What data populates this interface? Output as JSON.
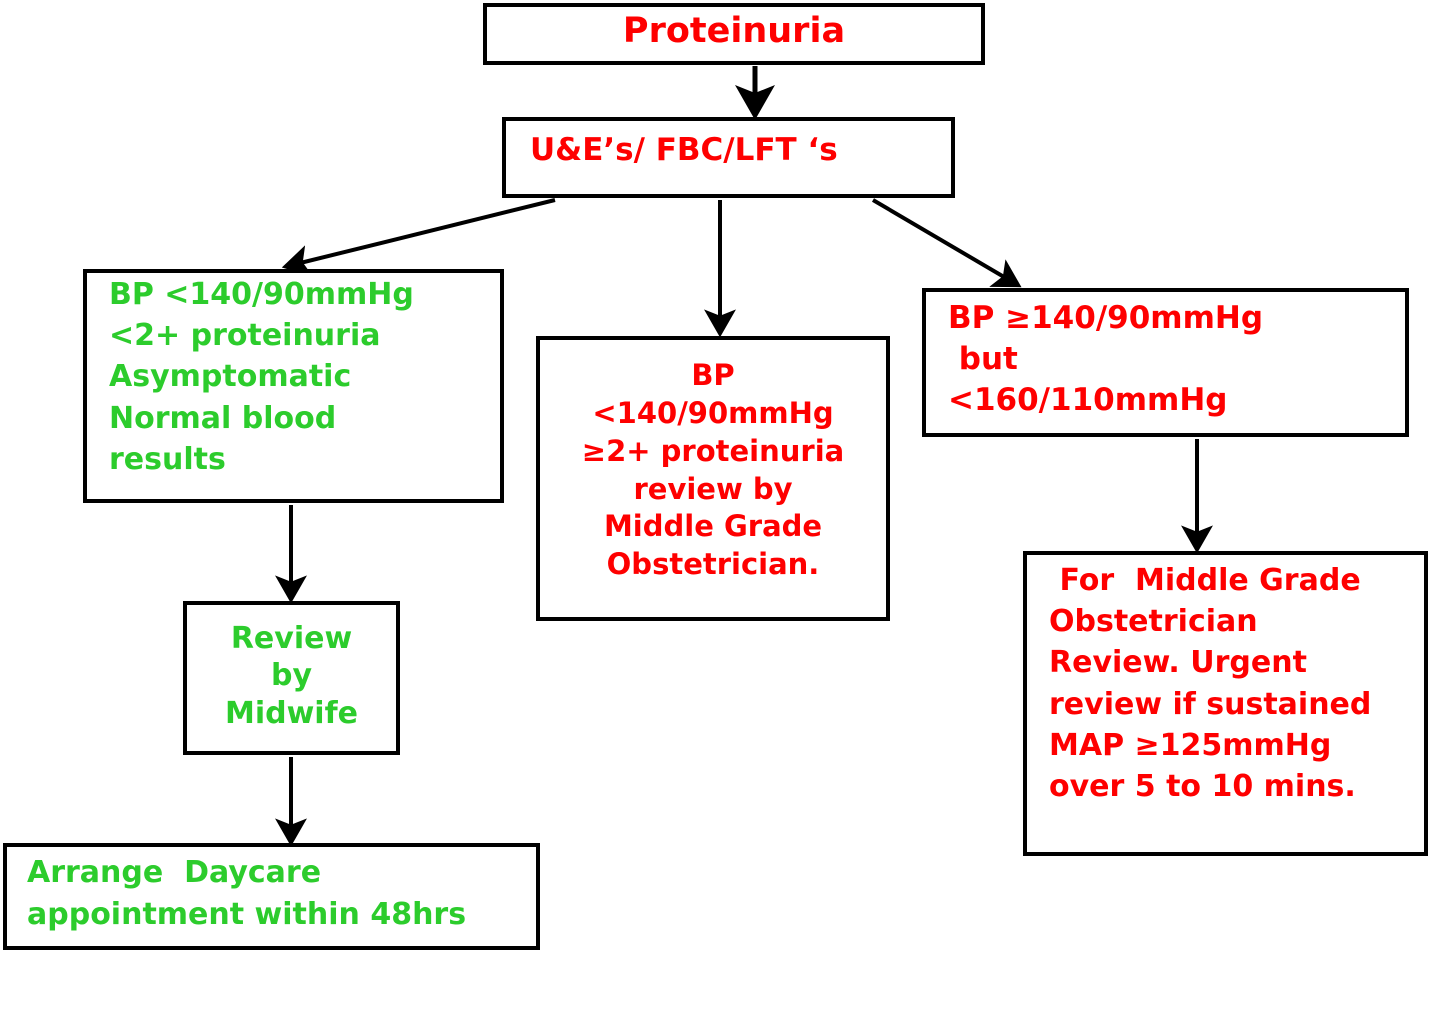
{
  "diagram": {
    "title": "Proteinuria management flowchart",
    "colors": {
      "red": "#fe0000",
      "green": "#2ccc2c",
      "border": "#000000",
      "background": "#ffffff"
    },
    "nodes": {
      "proteinuria": {
        "text": "Proteinuria",
        "color": "red"
      },
      "bloods": {
        "text": "U&E’s/ FBC/LFT ‘s",
        "color": "red"
      },
      "low_risk": {
        "color": "green",
        "lines": [
          "BP <140/90mmHg",
          "<2+ proteinuria",
          "Asymptomatic",
          "Normal blood",
          "results"
        ]
      },
      "mid_risk": {
        "color": "red",
        "lines": [
          "BP",
          "<140/90mmHg",
          "≥2+ proteinuria",
          "review by",
          "Middle Grade",
          "Obstetrician."
        ]
      },
      "high_risk": {
        "color": "red",
        "lines": [
          "BP ≥140/90mmHg",
          " but",
          "<160/110mmHg"
        ]
      },
      "midwife": {
        "color": "green",
        "lines": [
          "Review",
          "by",
          "Midwife"
        ]
      },
      "obstetrician": {
        "color": "red",
        "lines": [
          " For  Middle Grade",
          "Obstetrician",
          "Review. Urgent",
          "review if sustained",
          "MAP ≥125mmHg",
          "over 5 to 10 mins."
        ]
      },
      "daycare": {
        "color": "green",
        "lines": [
          "Arrange  Daycare",
          "appointment within 48hrs"
        ]
      }
    },
    "edges": [
      {
        "name": "proteinuria-to-bloods",
        "from": "proteinuria",
        "to": "bloods"
      },
      {
        "name": "bloods-to-low-risk",
        "from": "bloods",
        "to": "low_risk"
      },
      {
        "name": "bloods-to-mid-risk",
        "from": "bloods",
        "to": "mid_risk"
      },
      {
        "name": "bloods-to-high-risk",
        "from": "bloods",
        "to": "high_risk"
      },
      {
        "name": "low-risk-to-midwife",
        "from": "low_risk",
        "to": "midwife"
      },
      {
        "name": "midwife-to-daycare",
        "from": "midwife",
        "to": "daycare"
      },
      {
        "name": "high-risk-to-obstetrician",
        "from": "high_risk",
        "to": "obstetrician"
      }
    ]
  }
}
